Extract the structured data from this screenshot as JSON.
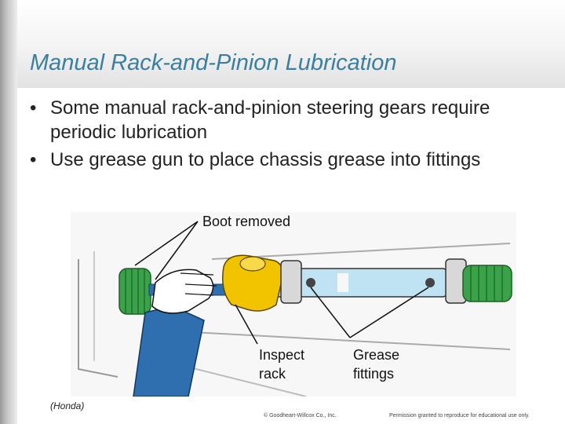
{
  "slide": {
    "title": "Manual Rack-and-Pinion Lubrication",
    "bullets": [
      {
        "marker": "•",
        "text": "Some manual rack-and-pinion steering gears require periodic lubrication"
      },
      {
        "marker": "•",
        "text": "Use grease gun to place chassis grease into fittings"
      }
    ]
  },
  "figure": {
    "labels": {
      "boot_removed": "Boot removed",
      "inspect_line1": "Inspect",
      "inspect_line2": "rack",
      "grease_line1": "Grease",
      "grease_line2": "fittings"
    },
    "credit": "(Honda)"
  },
  "footer": {
    "copyright": "© Goodheart-Willcox Co., Inc.",
    "permission": "Permission granted to reproduce for educational use only."
  },
  "colors": {
    "title": "#3a7fa0",
    "boot_green": "#3aa34a",
    "pinion_yellow": "#f2c400",
    "rack_blue": "#bfe3f3",
    "sleeve_blue": "#2f6fb0"
  },
  "icons": [
    "bullet-dot-icon"
  ]
}
